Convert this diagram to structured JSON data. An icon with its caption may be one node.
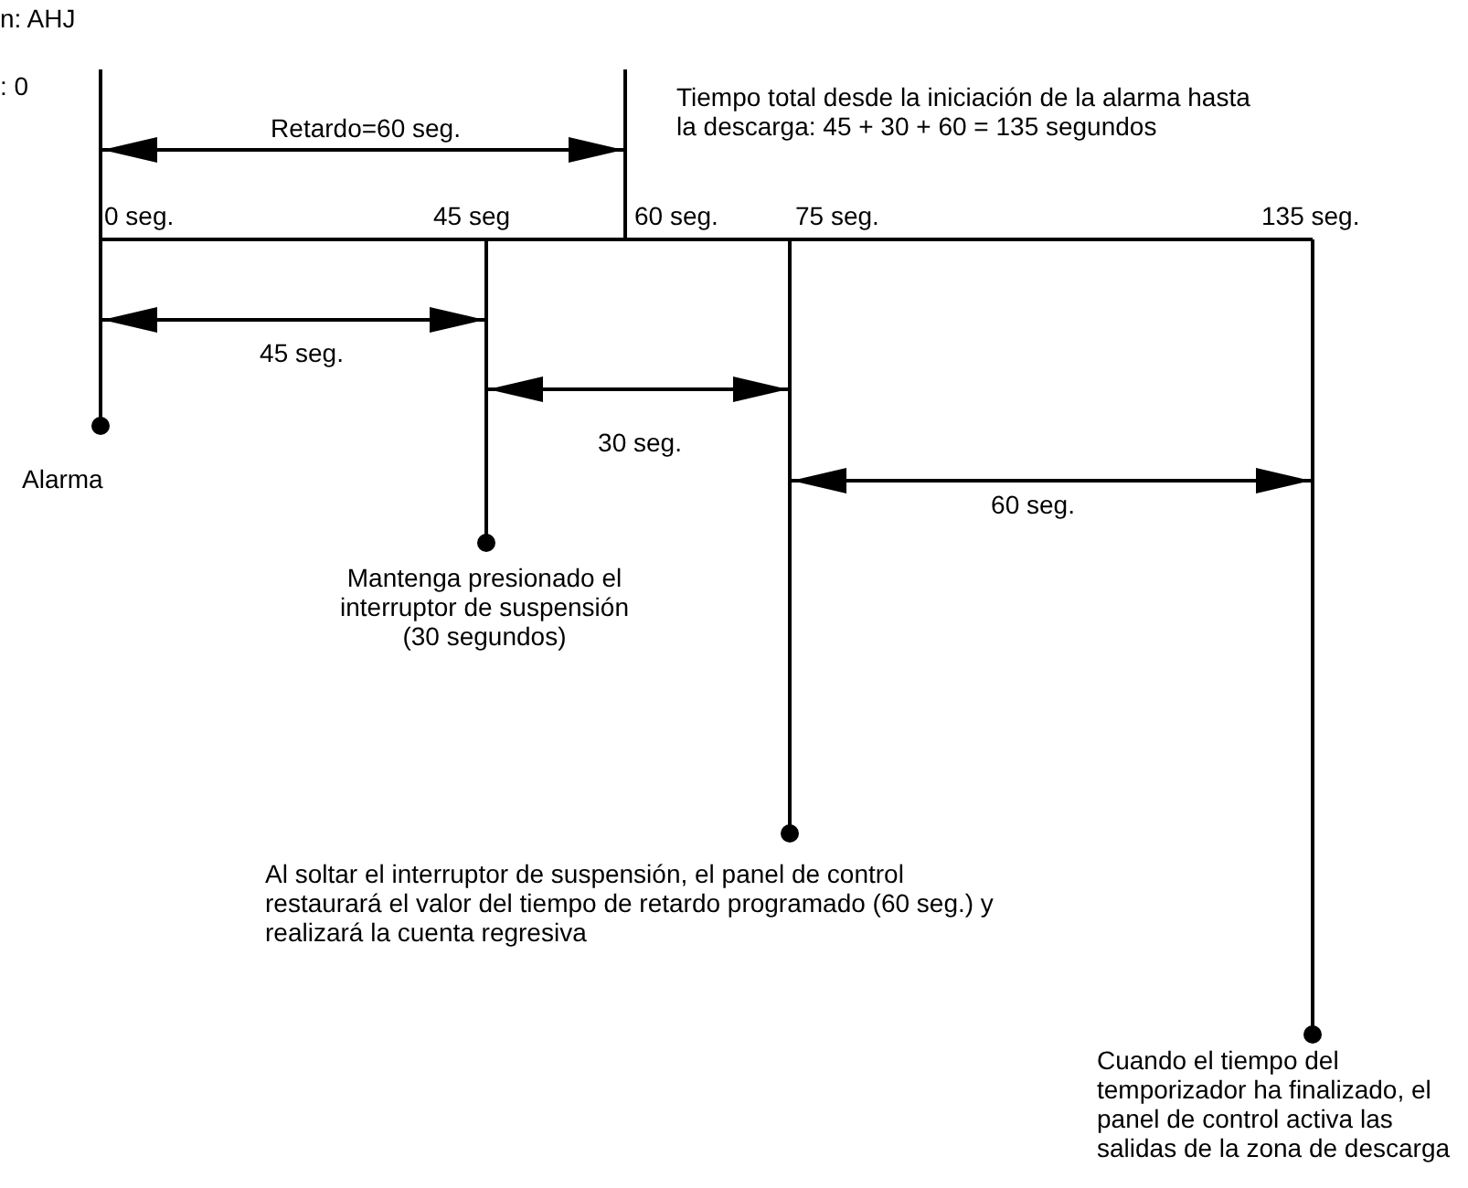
{
  "diagram": {
    "labels": [
      "n: AHJ",
      ": 0",
      "Tiempo total desde la iniciación de la alarma hasta la descarga: 45 + 30 + 60 = 135 segundos",
      "Retardo=60 seg.",
      "0 seg.",
      "45 seg",
      "60 seg.",
      "75 seg.",
      "135 seg.",
      "45 seg.",
      "30 seg.",
      "60 seg.",
      "Alarma",
      "Mantenga presionado el interruptor de suspensión (30 segundos)",
      "Al soltar el interruptor de suspensión, el panel de control restaurará el valor del tiempo de retardo programado (60 seg.) y realizará la cuenta regresiva",
      "Cuando el tiempo del temporizador ha finalizado, el panel de control activa las salidas de la zona de descarga"
    ]
  }
}
